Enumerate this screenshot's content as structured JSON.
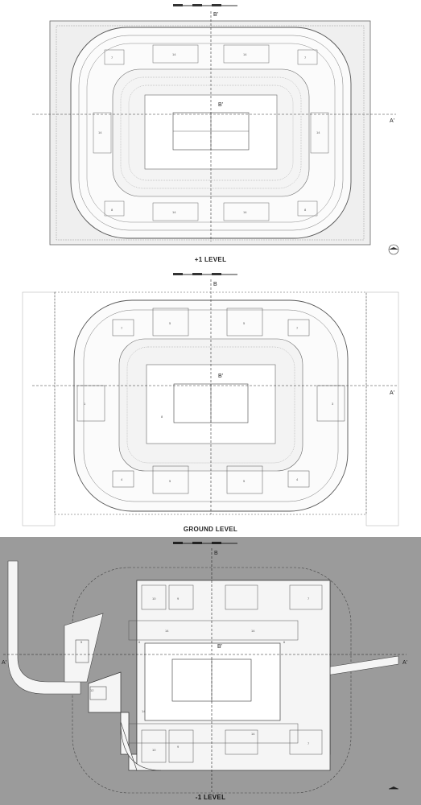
{
  "levels": [
    {
      "label": "+1 LEVEL",
      "section_a": "A'",
      "section_b": "B'",
      "section_b_inner": "B'",
      "room_numbers": [
        "14",
        "14",
        "14",
        "14",
        "14",
        "14",
        "7",
        "7",
        "8",
        "8"
      ]
    },
    {
      "label": "GROUND LEVEL",
      "section_a": "A'",
      "section_b": "B",
      "section_b_inner": "B'",
      "room_numbers": [
        "5",
        "5",
        "5",
        "5",
        "1",
        "3",
        "7",
        "7",
        "4",
        "4",
        "8"
      ]
    },
    {
      "label": "-1 LEVEL",
      "section_a_left": "A'",
      "section_a_right": "A'",
      "section_b": "B",
      "section_b_inner": "B'",
      "room_numbers": [
        "10",
        "10",
        "14",
        "14",
        "14",
        "14",
        "6",
        "6",
        "7",
        "7",
        "9",
        "9",
        "12",
        "5"
      ]
    }
  ],
  "colors": {
    "line": "#555555",
    "light_line": "#9a9a9a",
    "fill_light": "#f3f3f3",
    "dark_bg": "#9b9b9b",
    "plan_fill_dark": "#f5f5f5"
  },
  "icons": {
    "north_arrow": "north-arrow-icon",
    "scale_bar": "scale-bar-icon"
  }
}
